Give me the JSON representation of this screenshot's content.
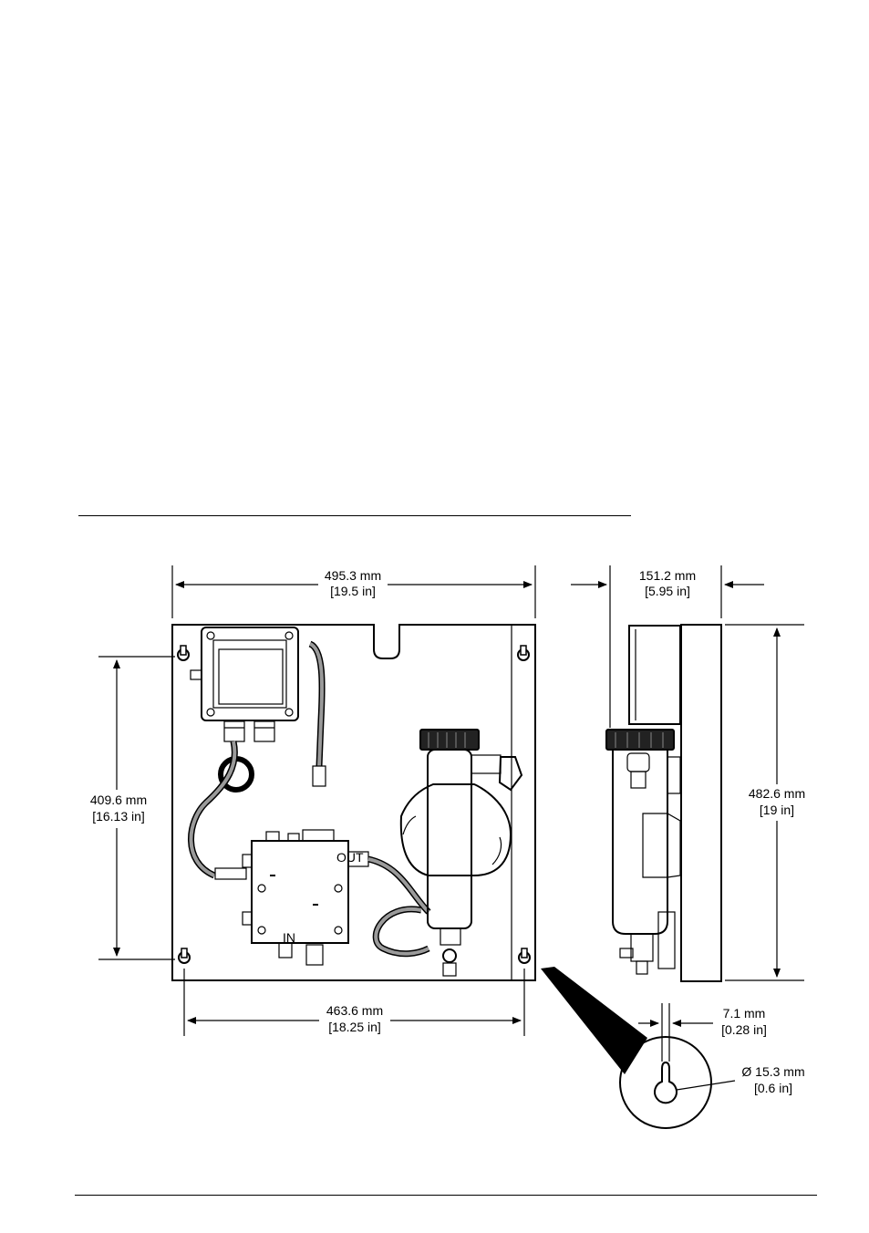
{
  "dimensions": {
    "panel_width": {
      "mm": "495.3 mm",
      "in": "[19.5 in]"
    },
    "depth": {
      "mm": "151.2 mm",
      "in": "[5.95 in]"
    },
    "mount_vertical": {
      "mm": "409.6 mm",
      "in": "[16.13 in]"
    },
    "panel_height": {
      "mm": "482.6 mm",
      "in": "[19 in]"
    },
    "mount_horizontal": {
      "mm": "463.6 mm",
      "in": "[18.25 in]"
    },
    "slot_width": {
      "mm": "7.1 mm",
      "in": "[0.28 in]"
    },
    "hole_diameter": {
      "mm": "Ø 15.3 mm",
      "in": "[0.6 in]"
    }
  },
  "panel_labels": {
    "out": "OUT",
    "in": "IN"
  }
}
